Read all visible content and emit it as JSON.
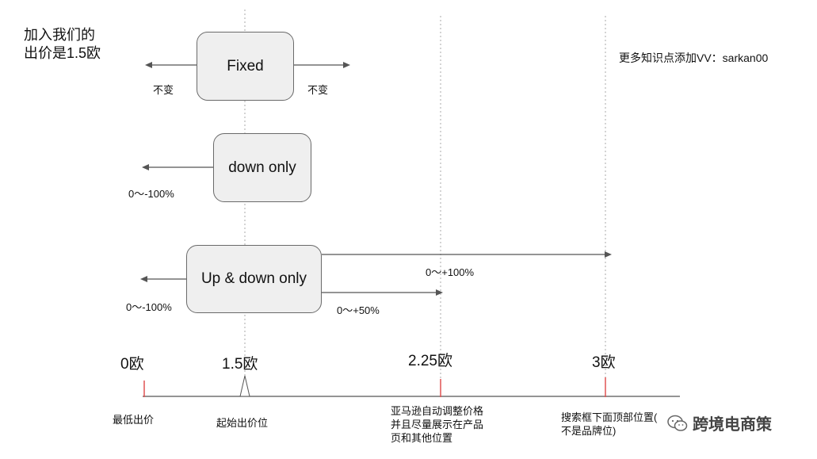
{
  "headline": [
    "加入我们的",
    "出价是1.5欧"
  ],
  "note": "更多知识点添加VV：sarkan00",
  "strategies": {
    "fixed": {
      "name": "Fixed",
      "left_label": "不变",
      "right_label": "不变"
    },
    "down_only": {
      "name": "down only",
      "left_label": "0～-100%"
    },
    "up_down": {
      "name": "Up & down only",
      "left_label": "0～-100%",
      "right_top_label": "0～+100%",
      "right_bottom_label": "0～+50%"
    }
  },
  "axis": {
    "ticks": [
      "0欧",
      "1.5欧",
      "2.25欧",
      "3欧"
    ],
    "descriptions": {
      "min": "最低出价",
      "start": "起始出价位",
      "auto": [
        "亚马逊自动调整价格",
        "并且尽量展示在产品",
        "页和其他位置"
      ],
      "top": [
        "搜索框下面顶部位置(",
        "不是品牌位)"
      ]
    }
  },
  "watermark": "跨境电商策",
  "colors": {
    "line": "#555555",
    "tick": "#e05252",
    "dotted": "#aaaaaa",
    "box": "#efefef"
  }
}
